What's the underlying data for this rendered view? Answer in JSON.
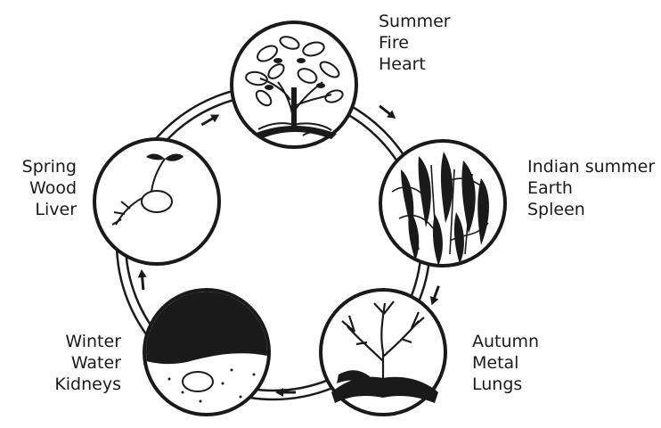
{
  "diagram": {
    "stages": [
      {
        "id": "summer",
        "lines": [
          "Summer",
          "Fire",
          "Heart"
        ],
        "picture": "leafy-tree-icon"
      },
      {
        "id": "indian-summer",
        "lines": [
          "Indian summer",
          "Earth",
          "Spleen"
        ],
        "picture": "dense-foliage-icon"
      },
      {
        "id": "autumn",
        "lines": [
          "Autumn",
          "Metal",
          "Lungs"
        ],
        "picture": "bare-tree-icon"
      },
      {
        "id": "winter",
        "lines": [
          "Winter",
          "Water",
          "Kidneys"
        ],
        "picture": "seed-in-soil-icon"
      },
      {
        "id": "spring",
        "lines": [
          "Spring",
          "Wood",
          "Liver"
        ],
        "picture": "sprouting-seed-icon"
      }
    ],
    "cycle_direction": "clockwise",
    "colors": {
      "ink": "#1a1a1a",
      "background": "#ffffff"
    }
  }
}
